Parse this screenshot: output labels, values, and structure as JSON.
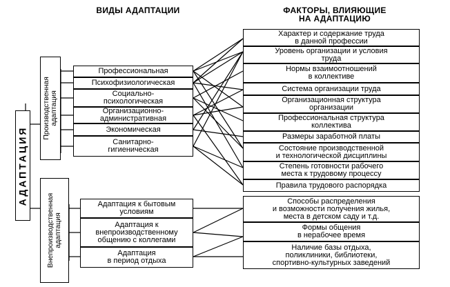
{
  "headers": {
    "left": "ВИДЫ АДАПТАЦИИ",
    "right_line1": "ФАКТОРЫ, ВЛИЯЮЩИЕ",
    "right_line2": "НА АДАПТАЦИЮ"
  },
  "root": "АДАПТАЦИЯ",
  "groups": {
    "production": "Производственная адаптация",
    "non_production": "Внепроизводственная адаптация"
  },
  "production_types": [
    {
      "line1": "Профессиональная",
      "line2": ""
    },
    {
      "line1": "Психофизиологическая",
      "line2": ""
    },
    {
      "line1": "Социально-",
      "line2": "психологическая"
    },
    {
      "line1": "Организационно-",
      "line2": "административная"
    },
    {
      "line1": "Экономическая",
      "line2": ""
    },
    {
      "line1": "Санитарно-",
      "line2": "гигиеническая"
    }
  ],
  "non_production_types": [
    {
      "line1": "Адаптация к бытовым",
      "line2": "условиям",
      "line3": ""
    },
    {
      "line1": "Адаптация к",
      "line2": "внепроизводственному",
      "line3": "общению с коллегами"
    },
    {
      "line1": "Адаптация",
      "line2": "в период отдыха",
      "line3": ""
    }
  ],
  "factors_production": [
    {
      "line1": "Характер и содержание труда",
      "line2": "в данной профессии"
    },
    {
      "line1": "Уровень организации и условия",
      "line2": "труда"
    },
    {
      "line1": "Нормы взаимоотношений",
      "line2": "в коллективе"
    },
    {
      "line1": "Система организации труда",
      "line2": ""
    },
    {
      "line1": "Организационная структура",
      "line2": "организации"
    },
    {
      "line1": "Профессиональная структура",
      "line2": "коллектива"
    },
    {
      "line1": "Размеры заработной платы",
      "line2": ""
    },
    {
      "line1": "Состояние производственной",
      "line2": "и технологической дисциплины"
    },
    {
      "line1": "Степень готовности рабочего",
      "line2": "места к трудовому процессу"
    },
    {
      "line1": "Правила трудового распорядка",
      "line2": ""
    }
  ],
  "factors_non_production": [
    {
      "line1": "Способы распределения",
      "line2": "и возможности получения жилья,",
      "line3": "места в детском саду и т.д."
    },
    {
      "line1": "Формы общения",
      "line2": "в нерабочее время",
      "line3": ""
    },
    {
      "line1": "Наличие базы отдыха,",
      "line2": "поликлиники, библиотеки,",
      "line3": "спортивно-культурных заведений"
    }
  ]
}
